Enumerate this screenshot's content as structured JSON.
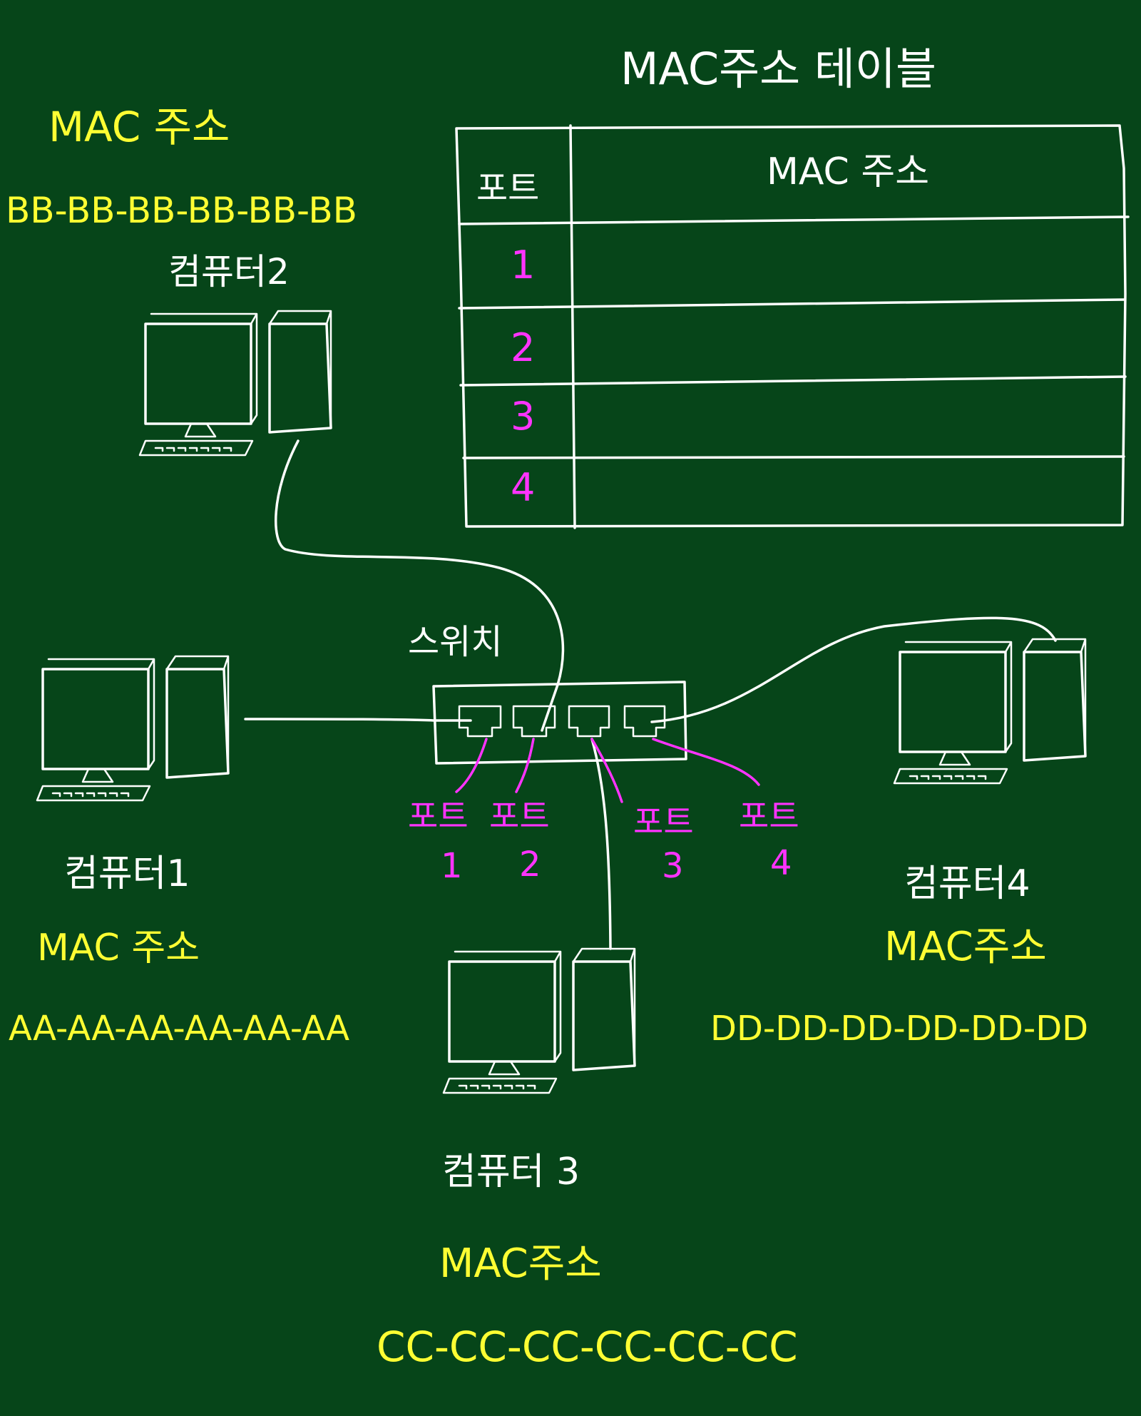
{
  "colors": {
    "board": "#064519",
    "chalk": "#ffffff",
    "mac_text": "#ffff33",
    "port_text": "#ff33ff"
  },
  "table": {
    "title": "MAC주소 테이블",
    "header_port": "포트",
    "header_mac": "MAC 주소",
    "rows": [
      {
        "port": "1",
        "mac": ""
      },
      {
        "port": "2",
        "mac": ""
      },
      {
        "port": "3",
        "mac": ""
      },
      {
        "port": "4",
        "mac": ""
      }
    ]
  },
  "switch": {
    "label": "스위치"
  },
  "ports": [
    {
      "label": "포트",
      "number": "1"
    },
    {
      "label": "포트",
      "number": "2"
    },
    {
      "label": "포트",
      "number": "3"
    },
    {
      "label": "포트",
      "number": "4"
    }
  ],
  "computers": {
    "c1": {
      "name": "컴퓨터1",
      "mac_label": "MAC 주소",
      "mac": "AA-AA-AA-AA-AA-AA"
    },
    "c2": {
      "name": "컴퓨터2",
      "mac_label": "MAC 주소",
      "mac": "BB-BB-BB-BB-BB-BB"
    },
    "c3": {
      "name": "컴퓨터 3",
      "mac_label": "MAC주소",
      "mac": "CC-CC-CC-CC-CC-CC"
    },
    "c4": {
      "name": "컴퓨터4",
      "mac_label": "MAC주소",
      "mac": "DD-DD-DD-DD-DD-DD"
    }
  }
}
